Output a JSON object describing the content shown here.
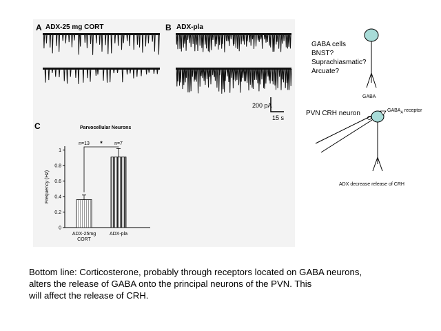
{
  "panel_a": {
    "letter": "A",
    "title": "ADX-25 mg CORT"
  },
  "panel_b": {
    "letter": "B",
    "title": "ADX-pla"
  },
  "scale_bar": {
    "amplitude": "200 pA",
    "time": "15 s"
  },
  "panel_c": {
    "letter": "C",
    "title": "Parvocellular Neurons"
  },
  "chart_data": {
    "type": "bar",
    "title": "Parvocellular Neurons",
    "ylabel": "Frequency (Hz)",
    "categories": [
      "ADX-25mg CORT",
      "ADX-pla"
    ],
    "category_lines": [
      [
        "ADX-25mg",
        "CORT"
      ],
      [
        "ADX-pla"
      ]
    ],
    "values": [
      0.36,
      0.91
    ],
    "errors": [
      0.06,
      0.11
    ],
    "n_labels": [
      "n=13",
      "n=7"
    ],
    "significance": "*",
    "ylim": [
      0,
      1.05
    ],
    "yticks": [
      0,
      0.2,
      0.4,
      0.6,
      0.8,
      1
    ],
    "grid": false
  },
  "gaba_cell": {
    "lines": [
      "GABA cells",
      "BNST?",
      "Suprachiasmatic?",
      "Arcuate?"
    ],
    "label": "GABA",
    "fill": "#a8dcd8"
  },
  "pvn_cell": {
    "label": "PVN CRH neuron",
    "receptor_label": "GABA",
    "receptor_sub": "A",
    "receptor_suffix": " receptor",
    "caption": "ADX decrease release of CRH"
  },
  "bottom_line": [
    "Bottom line:  Corticosterone, probably through receptors located on GABA neurons,",
    "alters the release of GABA onto the principal neurons of the PVN.  This",
    "will affect the release of CRH."
  ]
}
